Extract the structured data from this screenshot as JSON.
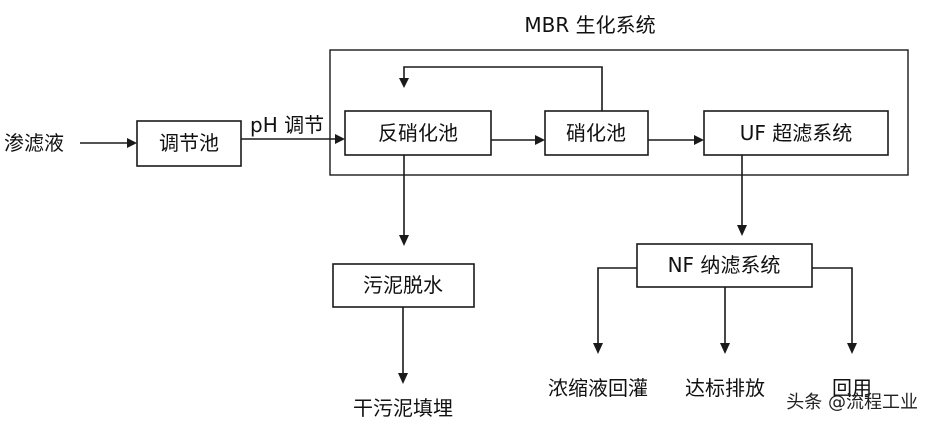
{
  "group": {
    "title": "MBR 生化系统"
  },
  "nodes": {
    "source": "渗滤液",
    "regulating_tank": "调节池",
    "denitrification_tank": "反硝化池",
    "nitrification_tank": "硝化池",
    "uf_system": "UF 超滤系统",
    "sludge_dewatering": "污泥脱水",
    "nf_system": "NF 纳滤系统",
    "dry_sludge_landfill": "干污泥填埋",
    "concentrate_reinjection": "浓缩液回灌",
    "discharge": "达标排放",
    "reuse": "回用"
  },
  "edge_labels": {
    "ph_adjust": "pH 调节"
  },
  "watermark": {
    "text": "头条 @流程工业"
  }
}
